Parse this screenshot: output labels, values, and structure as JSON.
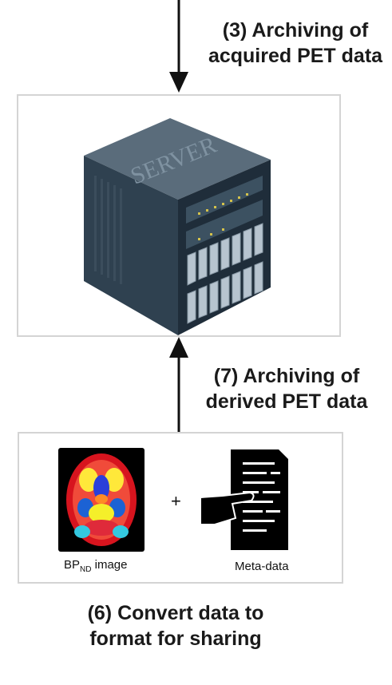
{
  "step3": {
    "line1": "(3) Archiving of",
    "line2": "acquired PET data"
  },
  "server": {
    "label": "SERVER"
  },
  "step7": {
    "line1": "(7) Archiving of",
    "line2": "derived PET data"
  },
  "step6": {
    "line1": "(6) Convert data to",
    "line2": "format for sharing"
  },
  "share_box": {
    "bp_main": "BP",
    "bp_sub": "ND",
    "bp_suffix": " image",
    "plus": "+",
    "meta_label": "Meta-data"
  },
  "colors": {
    "arrow": "#111111",
    "box_border": "#d4d4d4",
    "server_dark": "#2c3d4c",
    "server_light": "#4d6070"
  },
  "icons": {
    "server": "server-rack-icon",
    "brain": "pet-brain-scan-icon",
    "document": "hand-document-icon"
  }
}
